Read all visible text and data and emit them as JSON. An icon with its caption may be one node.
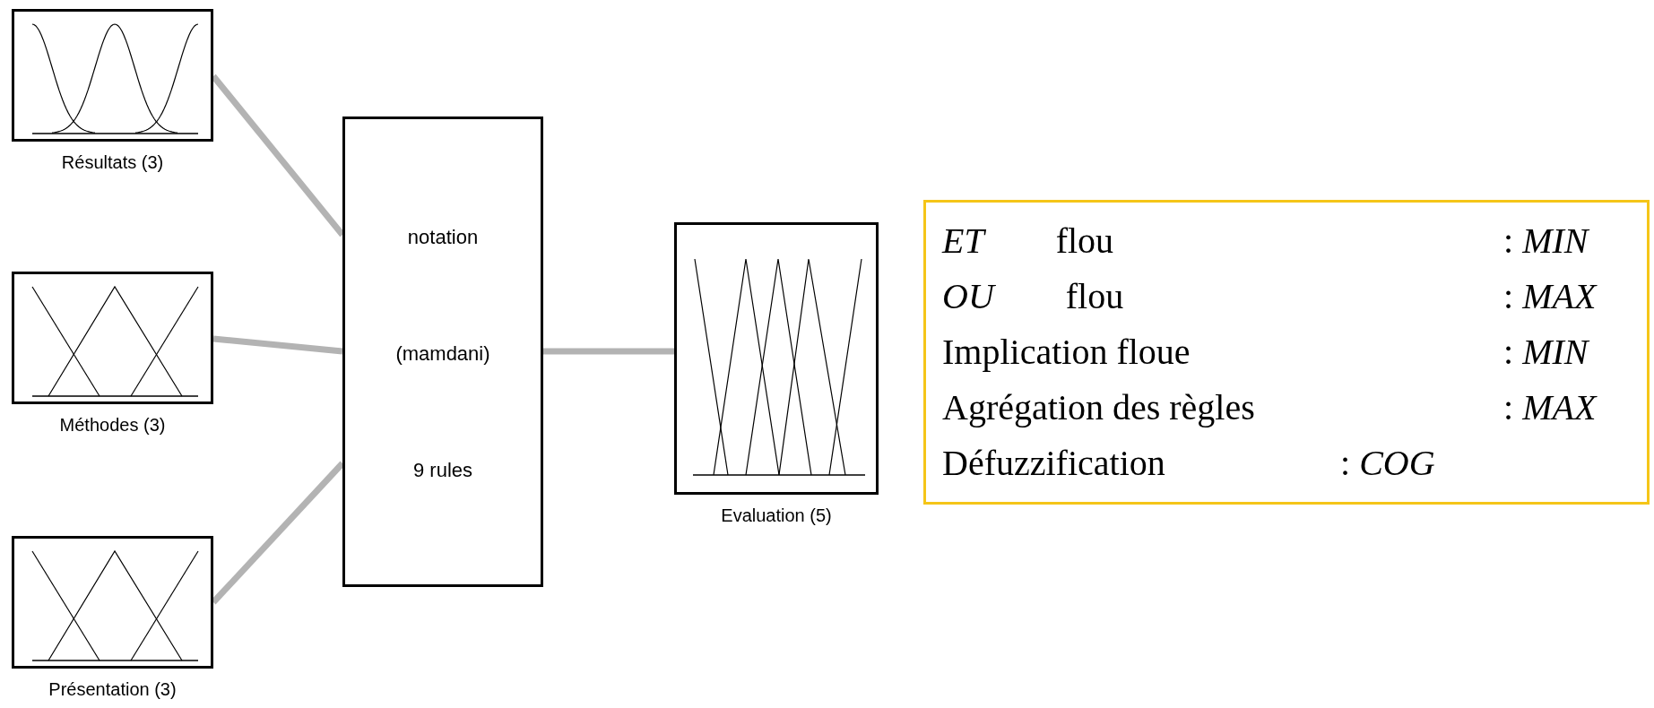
{
  "diagram": {
    "nodes": [
      {
        "text": [
          "Résultats (3)"
        ]
      },
      {
        "text": [
          "Méthodes (3)"
        ]
      },
      {
        "text": [
          "Présentation (3)"
        ]
      },
      {
        "text": [
          "notation",
          "(mamdani)",
          "9 rules"
        ]
      },
      {
        "text": [
          "Evaluation (5)"
        ]
      },
      {
        "text": [
          "*ET*  flou",
          ": *MIN*",
          "*OU*  flou",
          ": *MAX*",
          "Implication floue",
          ": *MIN*",
          "Agrégation des règles",
          ": *MAX*",
          "Défuzzification",
          ": *COG*"
        ]
      }
    ],
    "edges": [
      {
        "from": 0,
        "to": 3,
        "arrow": "none"
      },
      {
        "from": 1,
        "to": 3,
        "arrow": "none"
      },
      {
        "from": 2,
        "to": 3,
        "arrow": "none"
      },
      {
        "from": 3,
        "to": 4,
        "arrow": "none"
      }
    ]
  }
}
